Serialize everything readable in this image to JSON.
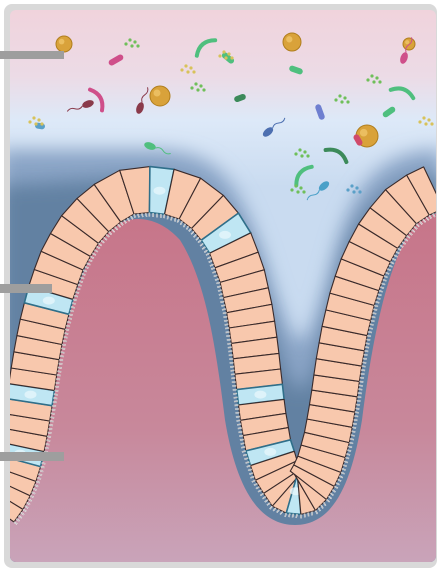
{
  "figure": {
    "subject": "intestinal-villus-epithelium",
    "layers": [
      {
        "id": "lumen-content",
        "pointer_row": 1
      },
      {
        "id": "mucus-layer",
        "pointer_row": 2
      },
      {
        "id": "epithelium",
        "pointer_row": 3
      }
    ],
    "colors": {
      "frame": "#d9d9d9",
      "lumen_top": "#f0d3dc",
      "lumen_mid": "#dde9f8",
      "mucus": "#5f7f9f",
      "mucus_light": "#a9bedc",
      "tissue_top": "#c87a8c",
      "tissue_bottom": "#c9a3b9",
      "enterocyte": "#f8c8ad",
      "goblet": "#bfe6f3",
      "pointer": "#9e9e9e"
    },
    "icons": [
      "bacteria-rod-icon",
      "bacteria-coccus-icon",
      "food-particle-icon",
      "spirochete-icon"
    ]
  }
}
